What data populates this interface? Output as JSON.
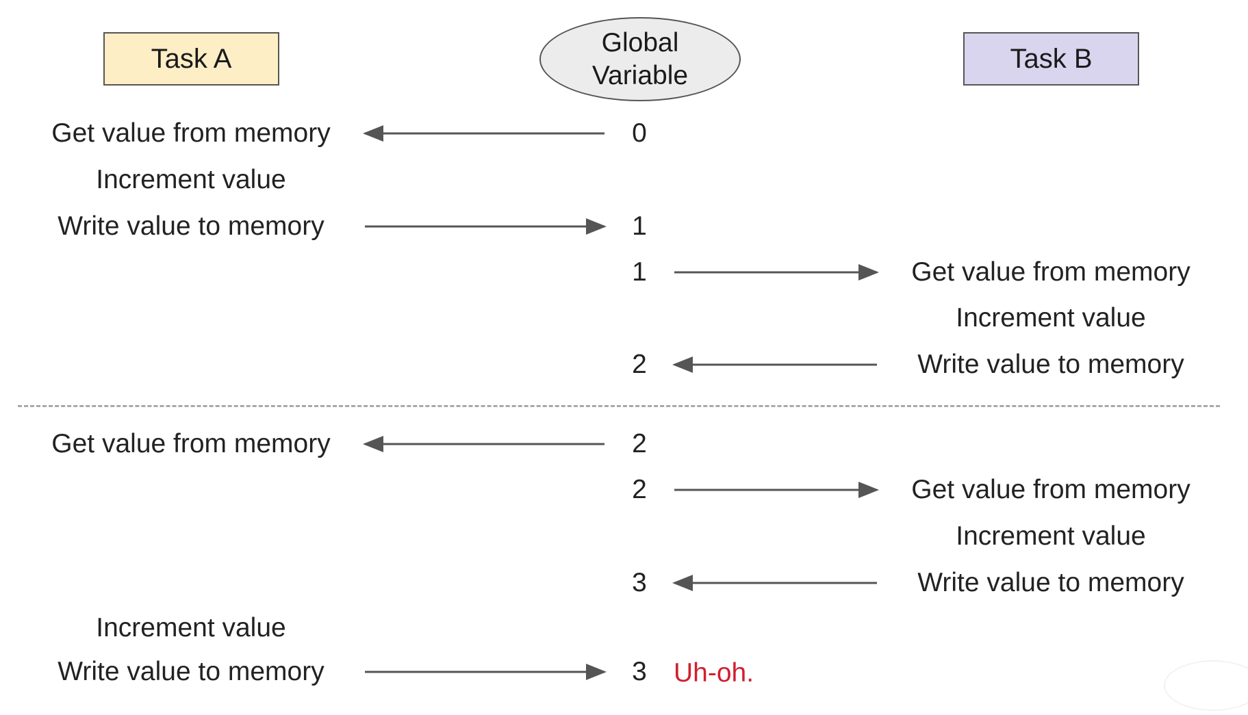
{
  "headers": {
    "task_a": "Task A",
    "global_line1": "Global",
    "global_line2": "Variable",
    "task_b": "Task B"
  },
  "task_a_steps": [
    "Get value from memory",
    "Increment value",
    "Write value to memory",
    "Get value from memory",
    "Increment value",
    "Write value to memory"
  ],
  "task_b_steps": [
    "Get value from memory",
    "Increment value",
    "Write value to memory",
    "Get value from memory",
    "Increment value",
    "Write value to memory"
  ],
  "values": [
    "0",
    "1",
    "1",
    "2",
    "2",
    "2",
    "3",
    "3"
  ],
  "annotation": "Uh-oh.",
  "colors": {
    "task_a_fill": "#fdeec5",
    "task_b_fill": "#d9d5ee",
    "global_fill": "#ececec",
    "arrow": "#555555",
    "separator": "#a8a8a8",
    "annotation": "#d0202e"
  }
}
